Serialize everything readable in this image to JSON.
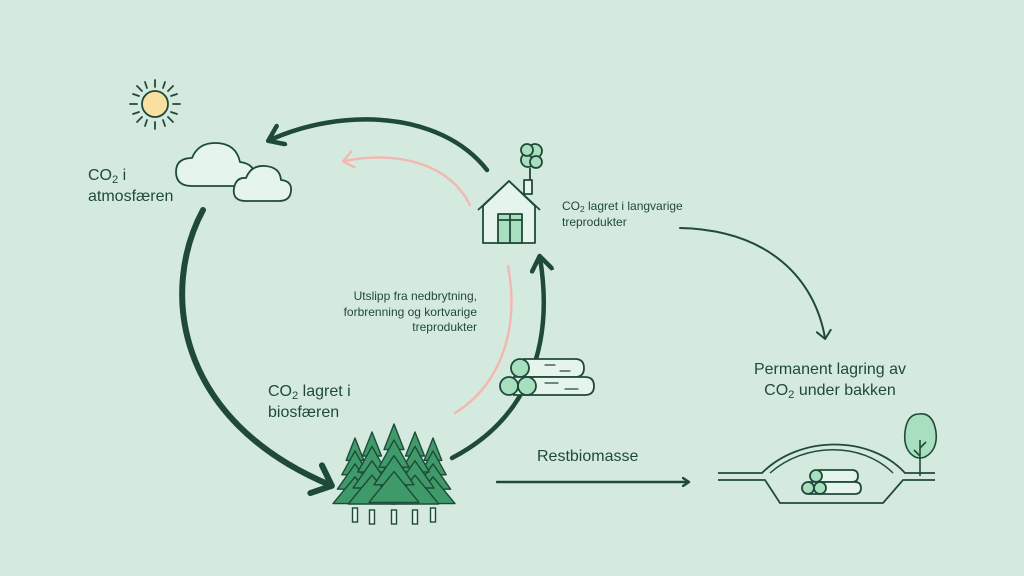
{
  "labels": {
    "co2_atm_prefix": "CO",
    "co2_atm_sub": "2",
    "co2_atm_suffix": " i",
    "co2_atm_line2": "atmosfæren",
    "co2_bio_prefix": "CO",
    "co2_bio_sub": "2",
    "co2_bio_suffix": " lagret i",
    "co2_bio_line2": "biosfæren",
    "emission_line1": "Utslipp fra nedbrytning,",
    "emission_line2": "forbrenning og kortvarige",
    "emission_line3": "treprodukter",
    "longlived_prefix": "CO",
    "longlived_sub": "2",
    "longlived_suffix": " lagret i langvarige",
    "longlived_line2": "treprodukter",
    "permanent_line1": "Permanent lagring av",
    "permanent_prefix": "CO",
    "permanent_sub": "2",
    "permanent_suffix": " under bakken",
    "residual": "Restbiomasse"
  },
  "colors": {
    "background": "#d5eadf",
    "dark_green": "#1f4a3a",
    "tree_green": "#3f9a6a",
    "light_green": "#a8dfbf",
    "pale_green": "#e6f5ec",
    "sun_yellow": "#f7e0a0",
    "pink": "#f4b6b0"
  }
}
